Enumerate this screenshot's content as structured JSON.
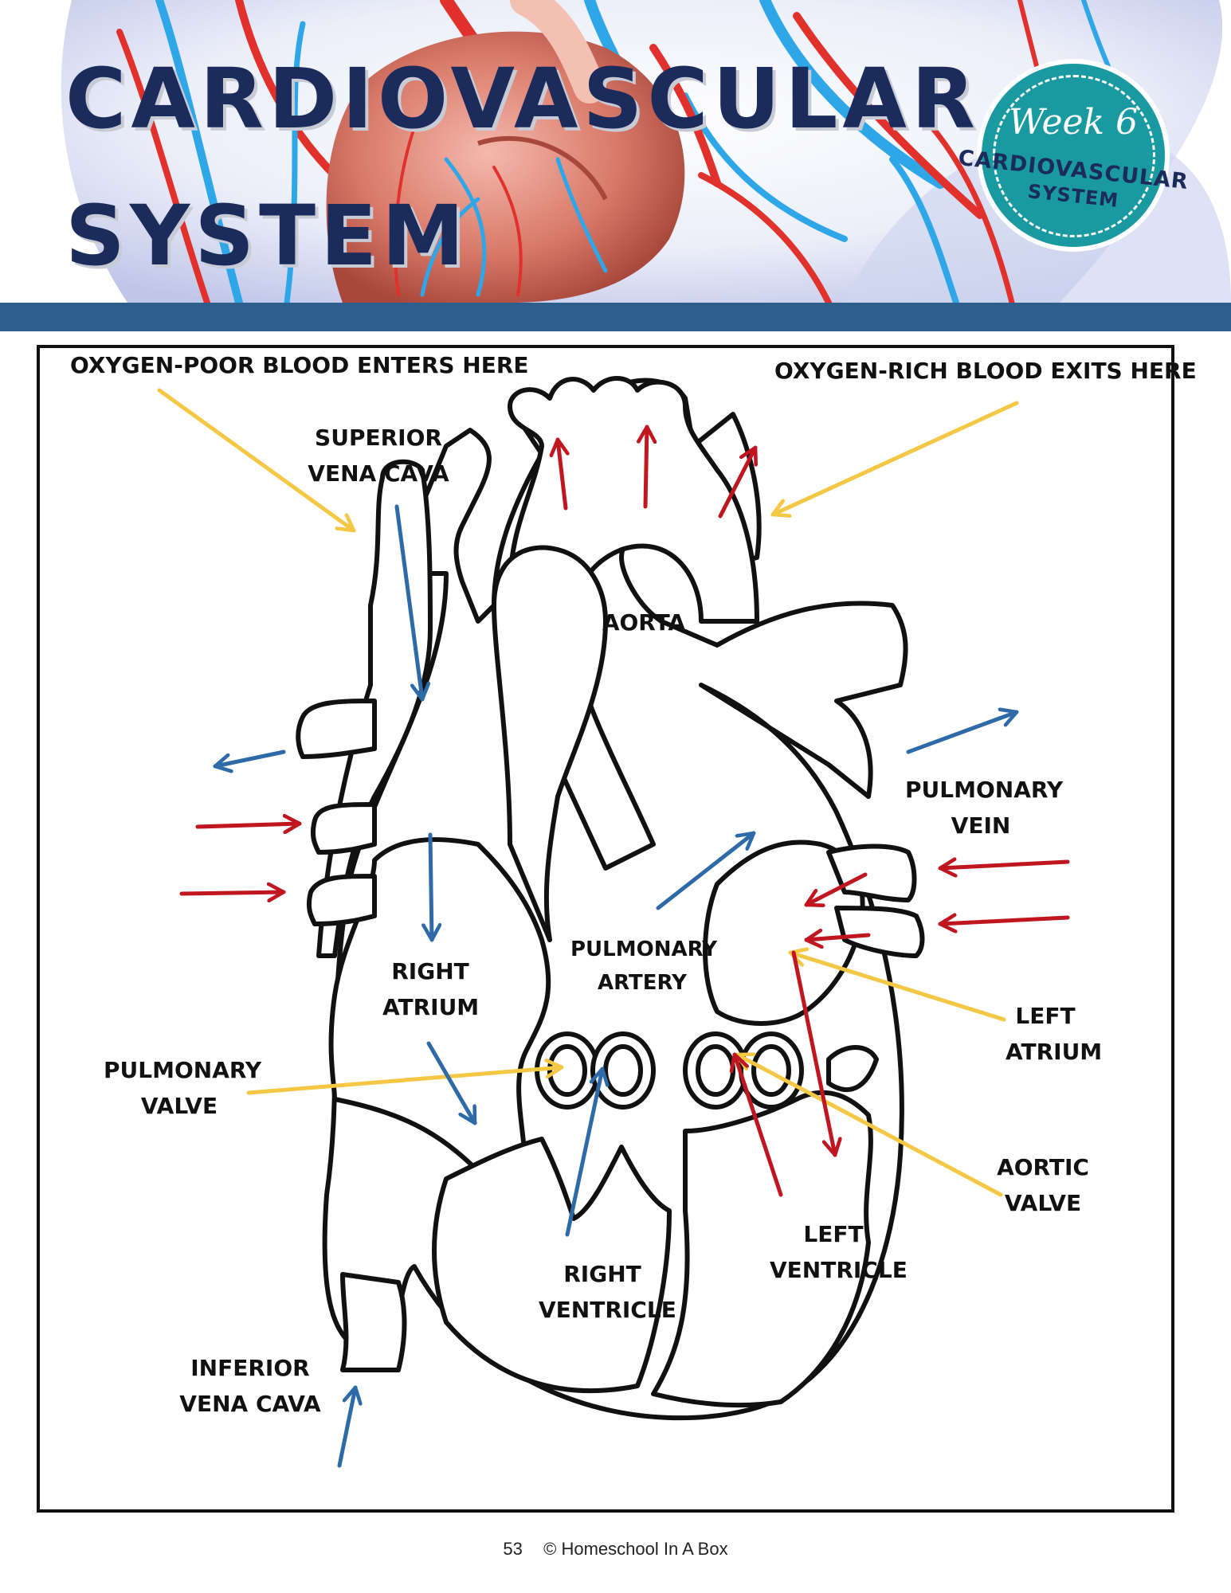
{
  "header": {
    "title_line1": "CARDIOVASCULAR",
    "title_line2": "SYSTEM",
    "badge_week": "Week 6",
    "badge_line1": "CARDIOVASCULAR",
    "badge_line2": "SYSTEM"
  },
  "colors": {
    "title": "#1b2b5c",
    "band": "#2e5e8c",
    "badge": "#1a9aa0",
    "arrow_blue": "#2f6aa8",
    "arrow_red": "#c0161f",
    "arrow_yellow": "#f4c744"
  },
  "labels": {
    "oxygen_poor": "OXYGEN-POOR BLOOD ENTERS HERE",
    "oxygen_rich": "OXYGEN-RICH BLOOD EXITS HERE",
    "superior_vena_cava_1": "SUPERIOR",
    "superior_vena_cava_2": "VENA CAVA",
    "aorta": "AORTA",
    "pulmonary_vein_1": "PULMONARY",
    "pulmonary_vein_2": "VEIN",
    "right_atrium_1": "RIGHT",
    "right_atrium_2": "ATRIUM",
    "pulmonary_artery_1": "PULMONARY",
    "pulmonary_artery_2": "ARTERY",
    "left_atrium_1": "LEFT",
    "left_atrium_2": "ATRIUM",
    "pulmonary_valve_1": "PULMONARY",
    "pulmonary_valve_2": "VALVE",
    "aortic_valve_1": "AORTIC",
    "aortic_valve_2": "VALVE",
    "left_ventricle_1": "LEFT",
    "left_ventricle_2": "VENTRICLE",
    "right_ventricle_1": "RIGHT",
    "right_ventricle_2": "VENTRICLE",
    "inferior_vena_cava_1": "INFERIOR",
    "inferior_vena_cava_2": "VENA CAVA"
  },
  "footer": {
    "page_number": "53",
    "copyright": "© Homeschool In A Box"
  }
}
